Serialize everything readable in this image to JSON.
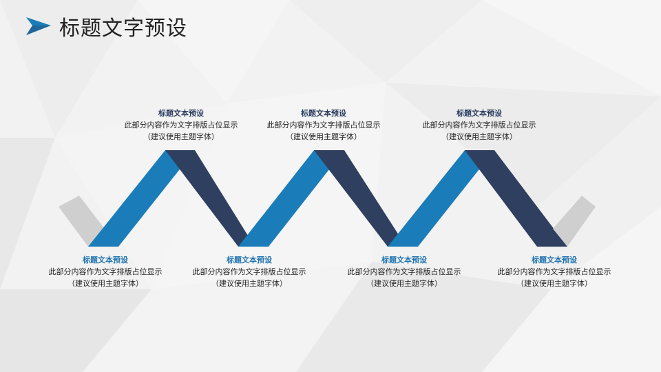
{
  "page": {
    "title": "标题文字预设"
  },
  "colors": {
    "light_blue": "#1a7db9",
    "dark_navy": "#2f3f5f",
    "gray": "#cfcfcf"
  },
  "items": [
    {
      "heading": "标题文本预设",
      "body": "此部分内容作为文字排版占位显示",
      "note": "（建议使用主题字体）"
    },
    {
      "heading": "标题文本预设",
      "body": "此部分内容作为文字排版占位显示",
      "note": "（建议使用主题字体）"
    },
    {
      "heading": "标题文本预设",
      "body": "此部分内容作为文字排版占位显示",
      "note": "（建议使用主题字体）"
    },
    {
      "heading": "标题文本预设",
      "body": "此部分内容作为文字排版占位显示",
      "note": "（建议使用主题字体）"
    },
    {
      "heading": "标题文本预设",
      "body": "此部分内容作为文字排版占位显示",
      "note": "（建议使用主题字体）"
    },
    {
      "heading": "标题文本预设",
      "body": "此部分内容作为文字排版占位显示",
      "note": "（建议使用主题字体）"
    },
    {
      "heading": "标题文本预设",
      "body": "此部分内容作为文字排版占位显示",
      "note": "（建议使用主题字体）"
    }
  ]
}
